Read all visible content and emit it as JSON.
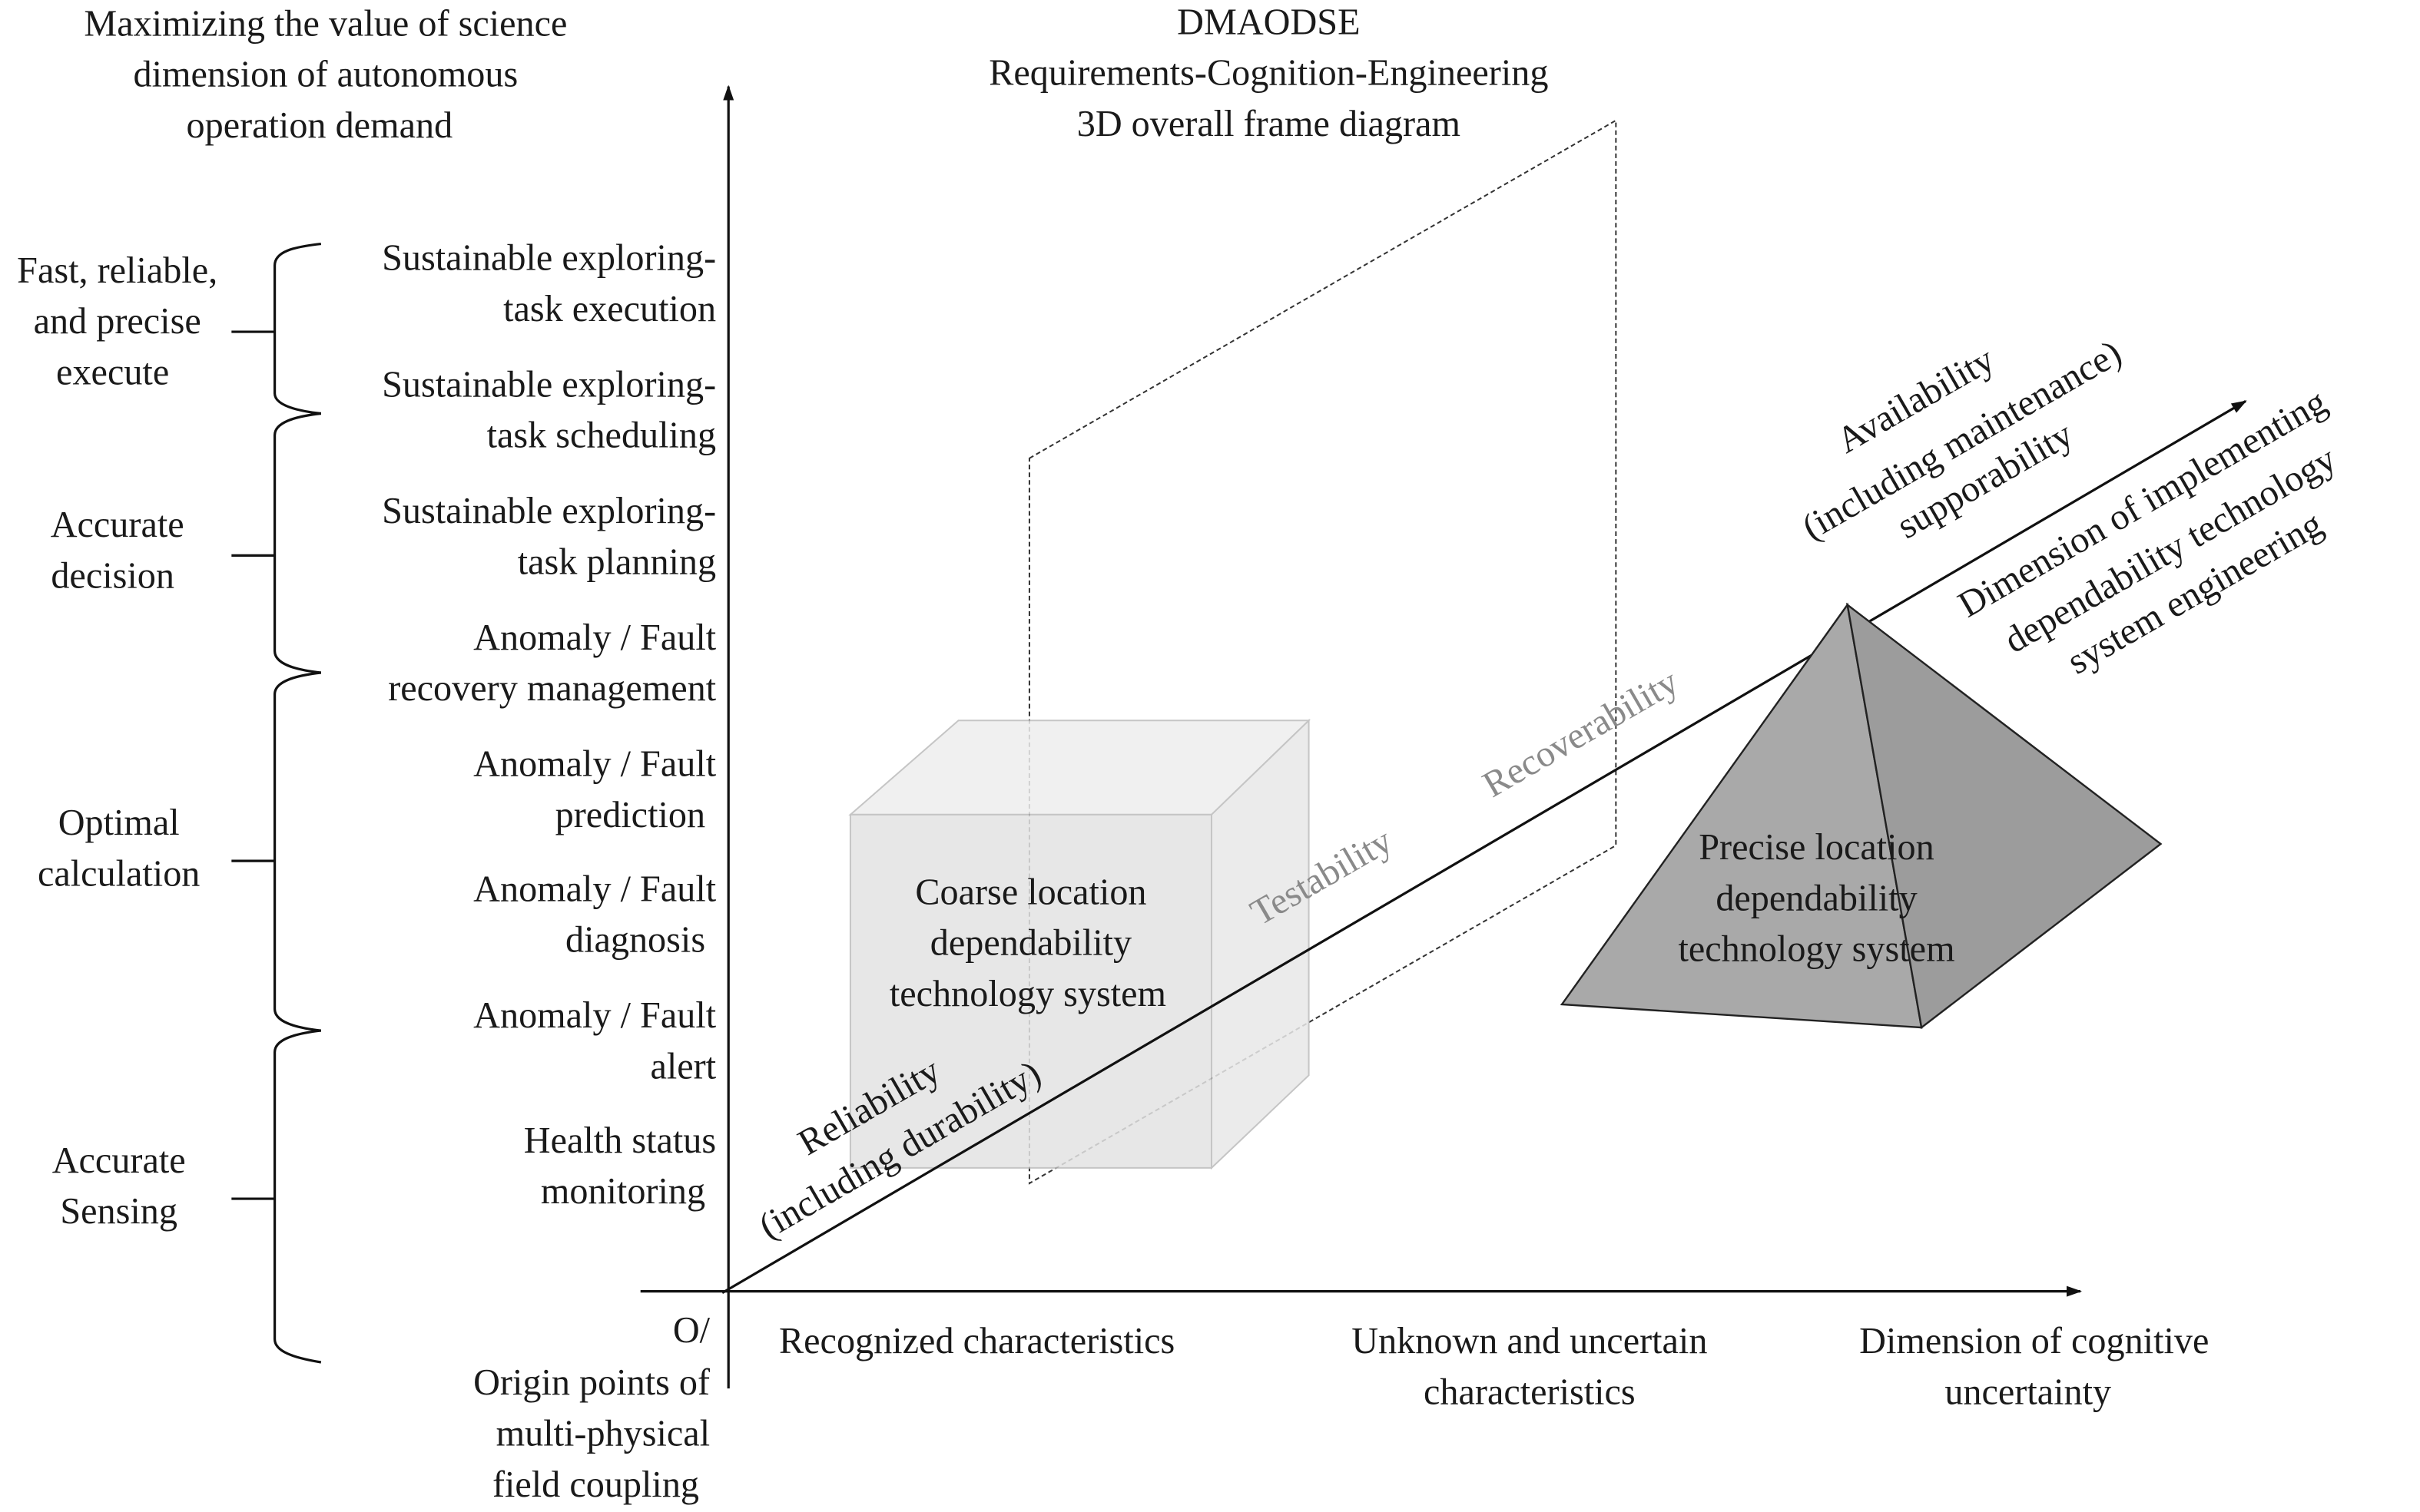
{
  "top_left_title": [
    "Maximizing the value of science",
    "dimension of autonomous",
    "operation demand"
  ],
  "diagram_title": [
    "DMAODSE",
    "Requirements-Cognition-Engineering",
    "3D overall frame diagram"
  ],
  "left_groups": [
    {
      "lines": [
        "Fast, reliable,",
        "and precise",
        "execute"
      ]
    },
    {
      "lines": [
        "Accurate",
        "decision"
      ]
    },
    {
      "lines": [
        "Optimal",
        "calculation"
      ]
    },
    {
      "lines": [
        "Accurate",
        "Sensing"
      ]
    }
  ],
  "levels": [
    {
      "lines": [
        "Sustainable exploring-",
        "task execution"
      ]
    },
    {
      "lines": [
        "Sustainable exploring-",
        "task scheduling"
      ]
    },
    {
      "lines": [
        "Sustainable exploring-",
        "task planning"
      ]
    },
    {
      "lines": [
        "Anomaly / Fault",
        "recovery management"
      ]
    },
    {
      "lines": [
        "Anomaly / Fault",
        "prediction"
      ]
    },
    {
      "lines": [
        "Anomaly / Fault",
        "diagnosis"
      ]
    },
    {
      "lines": [
        "Anomaly / Fault",
        "alert"
      ]
    },
    {
      "lines": [
        "Health status",
        "monitoring"
      ]
    }
  ],
  "origin": {
    "label": "O/",
    "lines": [
      "Origin points of",
      "multi-physical",
      "field coupling"
    ]
  },
  "x_axis": {
    "recognized": [
      "Recognized characteristics"
    ],
    "unknown": [
      "Unknown and uncertain",
      "characteristics"
    ],
    "title": [
      "Dimension of cognitive",
      "uncertainty"
    ]
  },
  "z_axis": {
    "reliability": [
      "Reliability",
      "(including durability)"
    ],
    "testability": "Testability",
    "recoverability": "Recoverability",
    "availability": [
      "Availability",
      "(including maintenance)",
      "supporability"
    ],
    "title": [
      "Dimension of implementing",
      "dependability technology",
      "system engineering"
    ]
  },
  "coarse_box": [
    "Coarse location",
    "dependability",
    "technology system"
  ],
  "precise_pyramid": [
    "Precise location",
    "dependability",
    "technology system"
  ]
}
